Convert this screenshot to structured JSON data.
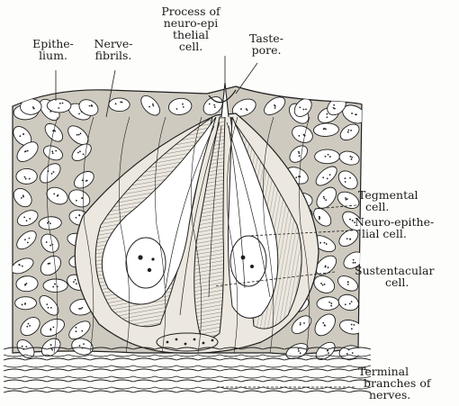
{
  "figure": {
    "labels": {
      "epithelium": [
        "Epithe-",
        "lium."
      ],
      "nerve_fibrils": [
        "Nerve-",
        "fibrils."
      ],
      "process": [
        "Process of",
        "neuro-epi",
        "thelial",
        "cell."
      ],
      "taste_pore": [
        "Taste-",
        "pore."
      ],
      "tegmental": [
        "Tegmental",
        "cell."
      ],
      "neuro_epithelial": [
        "Neuro-epithe-",
        "lial cell."
      ],
      "sustentacular": [
        "Sustentacular",
        "cell."
      ],
      "terminal": [
        "Terminal",
        "branches of",
        "nerves."
      ]
    },
    "colors": {
      "tissue": "#cfcac0",
      "ink": "#1f1f1f",
      "cell_fill": "#ffffff",
      "background": "#fdfdfb"
    }
  }
}
